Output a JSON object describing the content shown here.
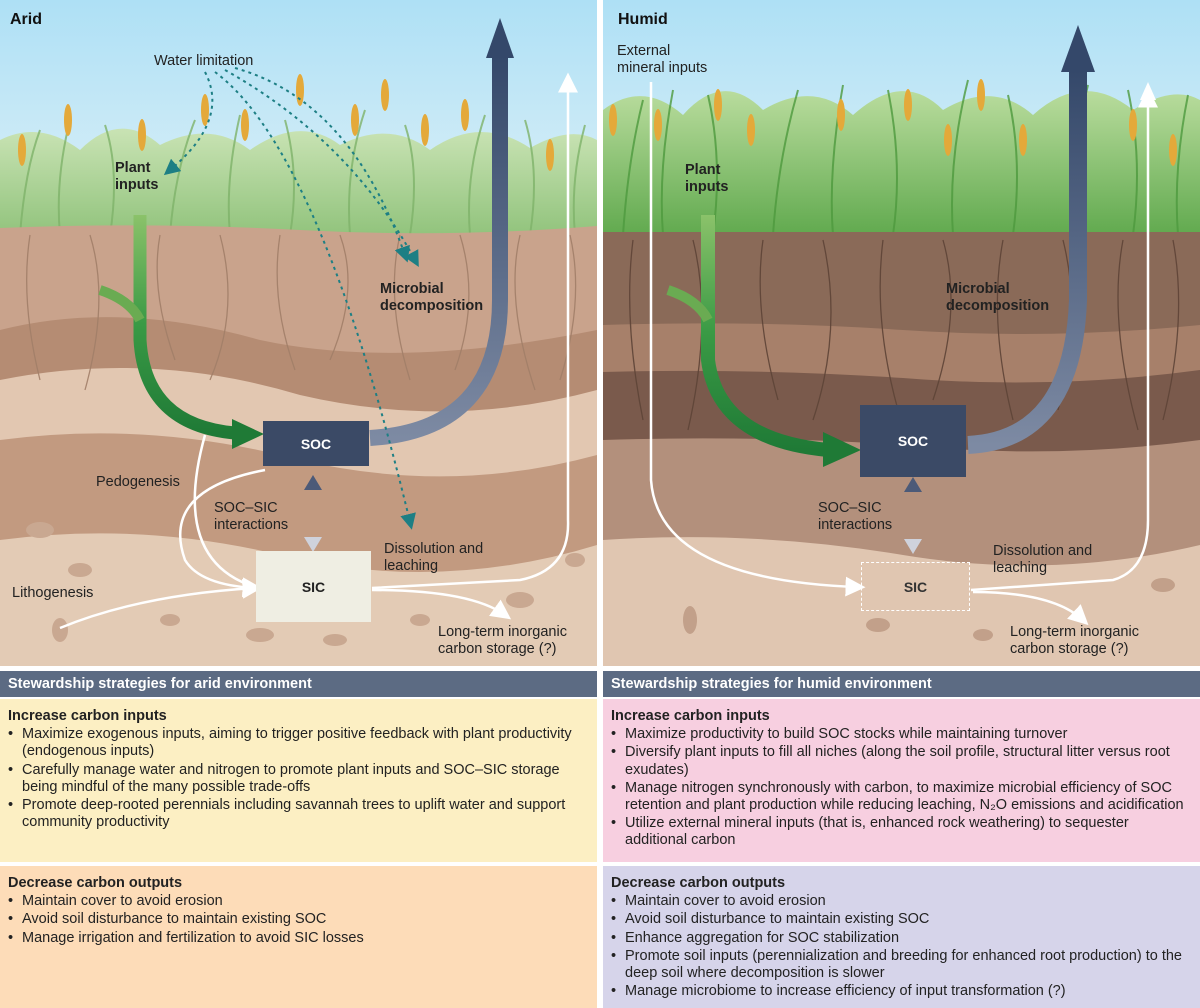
{
  "arid": {
    "title": "Arid",
    "labels": {
      "water_limitation": "Water limitation",
      "plant_inputs": "Plant\ninputs",
      "microbial": "Microbial\ndecomposition",
      "pedogenesis": "Pedogenesis",
      "soc_sic": "SOC–SIC\ninteractions",
      "dissolution": "Dissolution and\nleaching",
      "lithogenesis": "Lithogenesis",
      "longterm": "Long-term inorganic\ncarbon storage (?)",
      "soc": "SOC",
      "sic": "SIC"
    },
    "strategies_header": "Stewardship strategies for arid environment",
    "increase": {
      "title": "Increase carbon inputs",
      "items": [
        "Maximize exogenous inputs, aiming to trigger positive feedback with plant productivity (endogenous inputs)",
        "Carefully manage water and nitrogen to promote plant inputs and SOC–SIC storage being mindful of the many possible trade-offs",
        "Promote deep-rooted perennials including savannah trees to uplift water and support community productivity"
      ]
    },
    "decrease": {
      "title": "Decrease carbon outputs",
      "items": [
        "Maintain cover to avoid erosion",
        "Avoid soil disturbance to maintain existing SOC",
        "Manage irrigation and fertilization to avoid SIC losses"
      ]
    }
  },
  "humid": {
    "title": "Humid",
    "labels": {
      "external": "External\nmineral inputs",
      "plant_inputs": "Plant\ninputs",
      "microbial": "Microbial\ndecomposition",
      "soc_sic": "SOC–SIC\ninteractions",
      "dissolution": "Dissolution and\nleaching",
      "longterm": "Long-term inorganic\ncarbon storage (?)",
      "soc": "SOC",
      "sic": "SIC"
    },
    "strategies_header": "Stewardship strategies for humid environment",
    "increase": {
      "title": "Increase carbon inputs",
      "items": [
        "Maximize productivity to build SOC stocks while maintaining turnover",
        "Diversify plant inputs to fill all niches (along the soil profile, structural litter versus root exudates)",
        "Manage nitrogen synchronously with carbon, to maximize microbial efficiency of SOC retention and plant production while reducing leaching, N₂O emissions and acidification",
        "Utilize external mineral inputs (that is, enhanced rock weathering) to sequester additional carbon"
      ]
    },
    "decrease": {
      "title": "Decrease carbon outputs",
      "items": [
        "Maintain cover to avoid erosion",
        "Avoid soil disturbance to maintain existing SOC",
        "Enhance aggregation for SOC stabilization",
        "Promote soil inputs (perennialization and breeding for enhanced root production) to the deep soil where decomposition is slower",
        "Manage microbiome to increase efficiency of input transformation (?)"
      ]
    }
  },
  "colors": {
    "sky": "#bfe2f3",
    "soc_box": "#3b4a66",
    "header_bar": "#5c6b83",
    "arid_increase": "#fcefc3",
    "arid_decrease": "#fddcb8",
    "humid_increase": "#f7cfe0",
    "humid_decrease": "#d6d4ea",
    "green_arrow": "#2e8a3e",
    "dark_arrow": "#34486a",
    "teal_dotted": "#1d7f84"
  }
}
